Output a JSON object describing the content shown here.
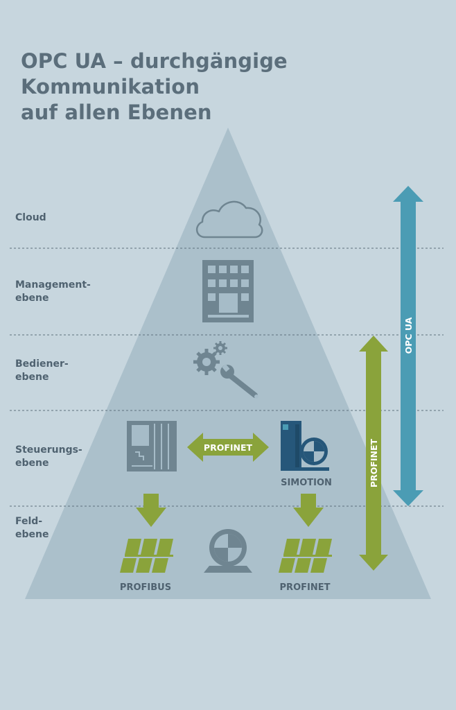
{
  "title": {
    "line1": "OPC UA – durchgängige Kommunikation",
    "line2": "auf allen Ebenen"
  },
  "levels": {
    "cloud": "Cloud",
    "management": {
      "line1": "Management-",
      "line2": "ebene"
    },
    "operator": {
      "line1": "Bediener-",
      "line2": "ebene"
    },
    "control": {
      "line1": "Steuerungs-",
      "line2": "ebene"
    },
    "field": {
      "line1": "Feld-",
      "line2": "ebene"
    }
  },
  "labels": {
    "profinet_horizontal": "PROFINET",
    "simotion": "SIMOTION",
    "profibus": "PROFIBUS",
    "profinet_field": "PROFINET",
    "profinet_vertical": "PROFINET",
    "opcua_vertical": "OPC UA"
  },
  "icons": [
    "cloud-icon",
    "building-icon",
    "gears-wrench-icon",
    "plc-icon",
    "simotion-drive-icon",
    "io-module-icon",
    "motor-icon"
  ],
  "colors": {
    "background": "#c7d6de",
    "pyramid": "#a6bcc8",
    "icon_gray": "#6f8591",
    "green": "#8aa33b",
    "blue": "#4b9cb4",
    "dark_blue": "#26577a",
    "label_text": "#4f6270"
  }
}
